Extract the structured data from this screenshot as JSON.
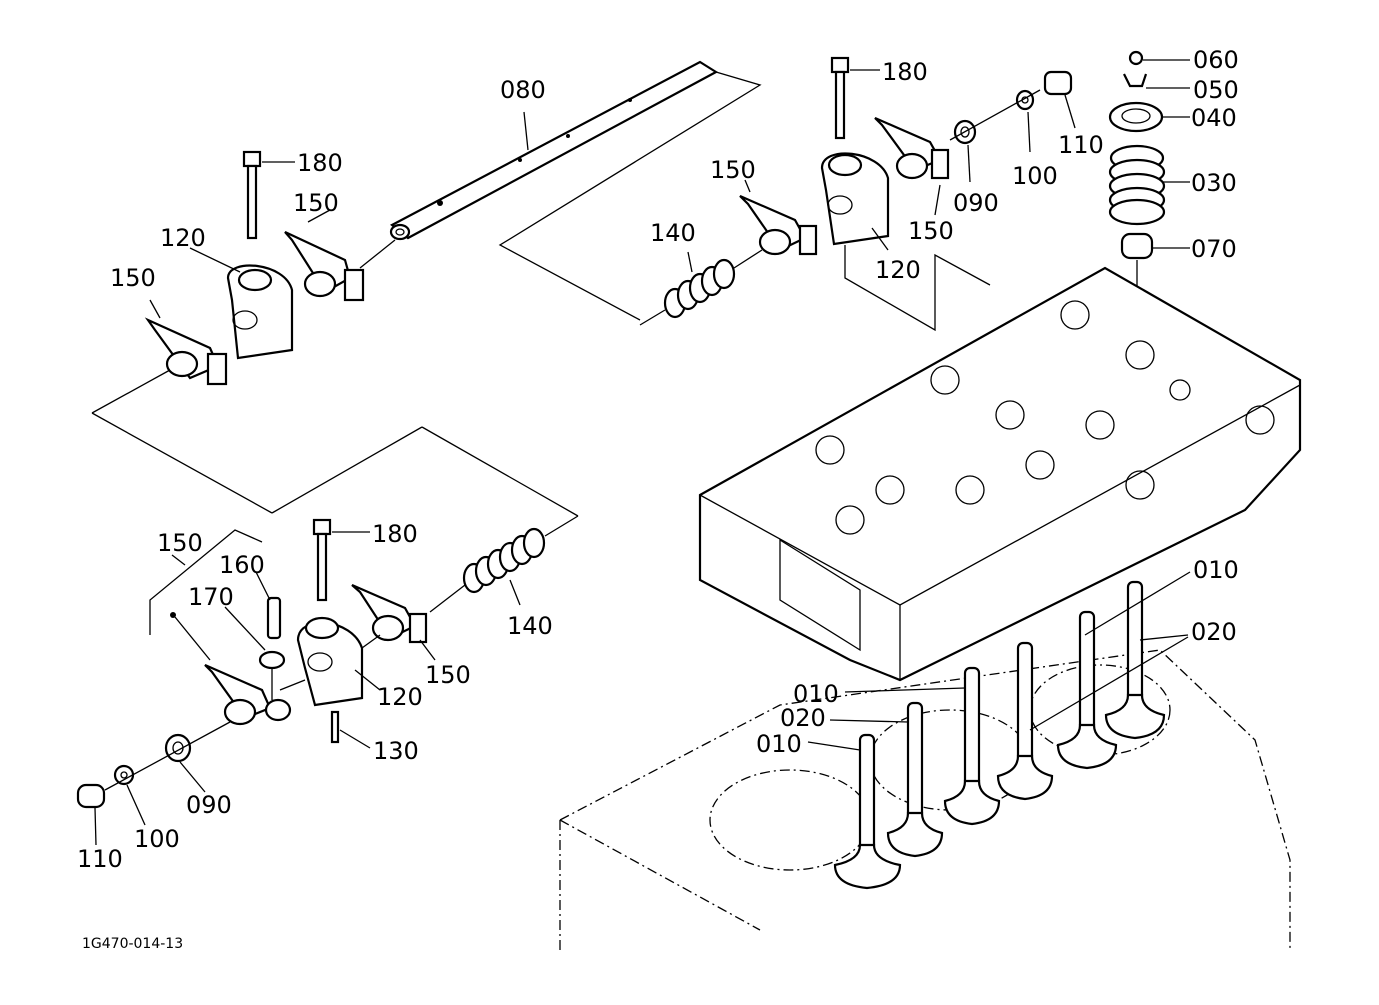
{
  "diagram": {
    "type": "exploded-parts-diagram",
    "subject": "cylinder head valve and rocker arm assembly",
    "drawing_code": "1G470-014-13",
    "callouts": [
      {
        "id": "c-080",
        "label": "080"
      },
      {
        "id": "c-180-a",
        "label": "180"
      },
      {
        "id": "c-150-a",
        "label": "150"
      },
      {
        "id": "c-120-a",
        "label": "120"
      },
      {
        "id": "c-150-b",
        "label": "150"
      },
      {
        "id": "c-180-b",
        "label": "180"
      },
      {
        "id": "c-150-c",
        "label": "150"
      },
      {
        "id": "c-140-a",
        "label": "140"
      },
      {
        "id": "c-120-b",
        "label": "120"
      },
      {
        "id": "c-150-d",
        "label": "150"
      },
      {
        "id": "c-090-a",
        "label": "090"
      },
      {
        "id": "c-100-a",
        "label": "100"
      },
      {
        "id": "c-110-a",
        "label": "110"
      },
      {
        "id": "c-060",
        "label": "060"
      },
      {
        "id": "c-050",
        "label": "050"
      },
      {
        "id": "c-040",
        "label": "040"
      },
      {
        "id": "c-030",
        "label": "030"
      },
      {
        "id": "c-070",
        "label": "070"
      },
      {
        "id": "c-150-e",
        "label": "150"
      },
      {
        "id": "c-160",
        "label": "160"
      },
      {
        "id": "c-170",
        "label": "170"
      },
      {
        "id": "c-180-c",
        "label": "180"
      },
      {
        "id": "c-140-b",
        "label": "140"
      },
      {
        "id": "c-150-f",
        "label": "150"
      },
      {
        "id": "c-120-c",
        "label": "120"
      },
      {
        "id": "c-130",
        "label": "130"
      },
      {
        "id": "c-090-b",
        "label": "090"
      },
      {
        "id": "c-100-b",
        "label": "100"
      },
      {
        "id": "c-110-b",
        "label": "110"
      },
      {
        "id": "c-010-a",
        "label": "010"
      },
      {
        "id": "c-020-a",
        "label": "020"
      },
      {
        "id": "c-010-b",
        "label": "010"
      },
      {
        "id": "c-020-b",
        "label": "020"
      },
      {
        "id": "c-010-c",
        "label": "010"
      }
    ],
    "parts": [
      {
        "number": "010",
        "name": "valve"
      },
      {
        "number": "020",
        "name": "valve"
      },
      {
        "number": "030",
        "name": "valve spring"
      },
      {
        "number": "040",
        "name": "spring retainer"
      },
      {
        "number": "050",
        "name": "valve collet"
      },
      {
        "number": "060",
        "name": "valve cap"
      },
      {
        "number": "070",
        "name": "valve stem seal"
      },
      {
        "number": "080",
        "name": "rocker arm shaft"
      },
      {
        "number": "090",
        "name": "washer"
      },
      {
        "number": "100",
        "name": "washer"
      },
      {
        "number": "110",
        "name": "plug"
      },
      {
        "number": "120",
        "name": "rocker arm bracket"
      },
      {
        "number": "130",
        "name": "pin"
      },
      {
        "number": "140",
        "name": "spring"
      },
      {
        "number": "150",
        "name": "rocker arm assembly"
      },
      {
        "number": "160",
        "name": "adjusting screw"
      },
      {
        "number": "170",
        "name": "lock nut"
      },
      {
        "number": "180",
        "name": "bolt"
      }
    ]
  }
}
